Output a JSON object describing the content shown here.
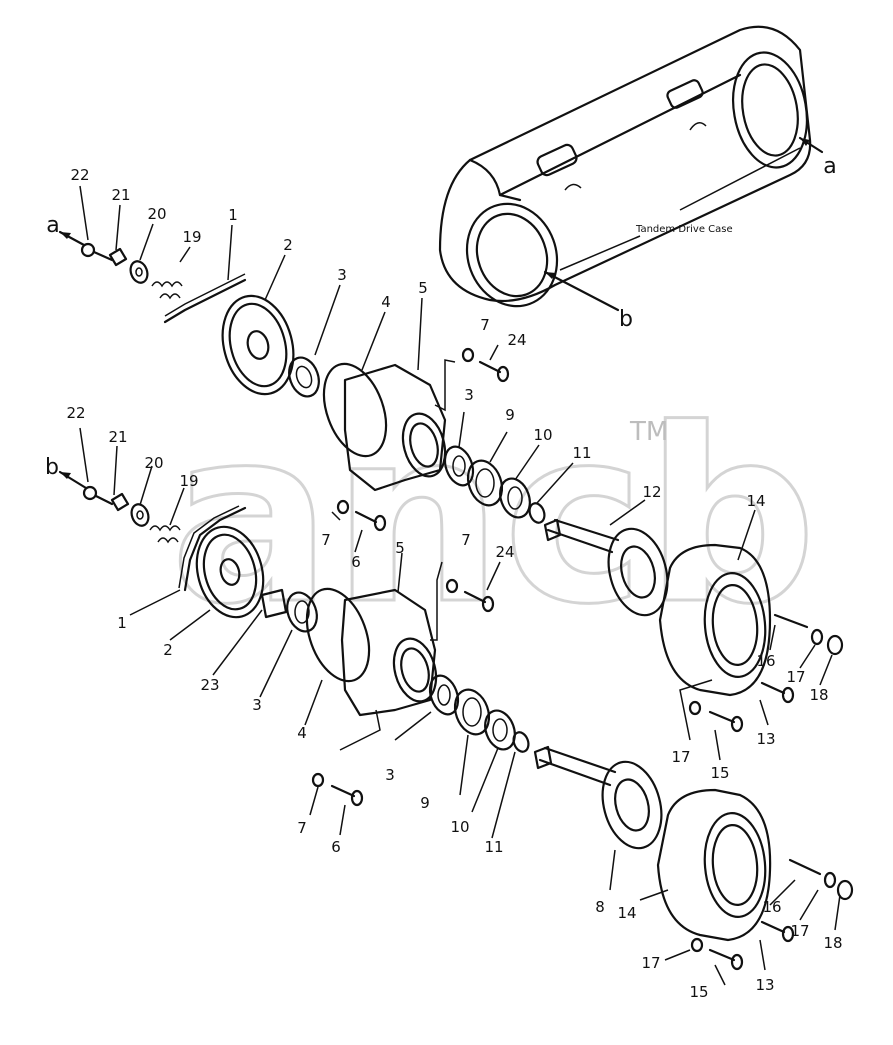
{
  "watermark": {
    "text": "ancb",
    "trademark": "TM"
  },
  "case_label": "Tandem Drive Case",
  "view_markers": {
    "a": "a",
    "b": "b"
  },
  "callouts": [
    {
      "id": "c22a",
      "text": "22"
    },
    {
      "id": "c21a",
      "text": "21"
    },
    {
      "id": "c20a",
      "text": "20"
    },
    {
      "id": "c19a",
      "text": "19"
    },
    {
      "id": "c1a",
      "text": "1"
    },
    {
      "id": "c2a",
      "text": "2"
    },
    {
      "id": "c3a",
      "text": "3"
    },
    {
      "id": "c4a",
      "text": "4"
    },
    {
      "id": "c5a",
      "text": "5"
    },
    {
      "id": "c7a",
      "text": "7"
    },
    {
      "id": "c24a",
      "text": "24"
    },
    {
      "id": "c3b",
      "text": "3"
    },
    {
      "id": "c9a",
      "text": "9"
    },
    {
      "id": "c10a",
      "text": "10"
    },
    {
      "id": "c11a",
      "text": "11"
    },
    {
      "id": "c12a",
      "text": "12"
    },
    {
      "id": "c14a",
      "text": "14"
    },
    {
      "id": "c7b",
      "text": "7"
    },
    {
      "id": "c6a",
      "text": "6"
    },
    {
      "id": "c22b",
      "text": "22"
    },
    {
      "id": "c21b",
      "text": "21"
    },
    {
      "id": "c20b",
      "text": "20"
    },
    {
      "id": "c19b",
      "text": "19"
    },
    {
      "id": "c1b",
      "text": "1"
    },
    {
      "id": "c2b",
      "text": "2"
    },
    {
      "id": "c23a",
      "text": "23"
    },
    {
      "id": "c3c",
      "text": "3"
    },
    {
      "id": "c4b",
      "text": "4"
    },
    {
      "id": "c5b",
      "text": "5"
    },
    {
      "id": "c7c",
      "text": "7"
    },
    {
      "id": "c24b",
      "text": "24"
    },
    {
      "id": "c16a",
      "text": "16"
    },
    {
      "id": "c17a",
      "text": "17"
    },
    {
      "id": "c18a",
      "text": "18"
    },
    {
      "id": "c13a",
      "text": "13"
    },
    {
      "id": "c17b",
      "text": "17"
    },
    {
      "id": "c15a",
      "text": "15"
    },
    {
      "id": "c3d",
      "text": "3"
    },
    {
      "id": "c9b",
      "text": "9"
    },
    {
      "id": "c10b",
      "text": "10"
    },
    {
      "id": "c11b",
      "text": "11"
    },
    {
      "id": "c7d",
      "text": "7"
    },
    {
      "id": "c6b",
      "text": "6"
    },
    {
      "id": "c8a",
      "text": "8"
    },
    {
      "id": "c14b",
      "text": "14"
    },
    {
      "id": "c16b",
      "text": "16"
    },
    {
      "id": "c17c",
      "text": "17"
    },
    {
      "id": "c18b",
      "text": "18"
    },
    {
      "id": "c17d",
      "text": "17"
    },
    {
      "id": "c13b",
      "text": "13"
    },
    {
      "id": "c15b",
      "text": "15"
    }
  ]
}
